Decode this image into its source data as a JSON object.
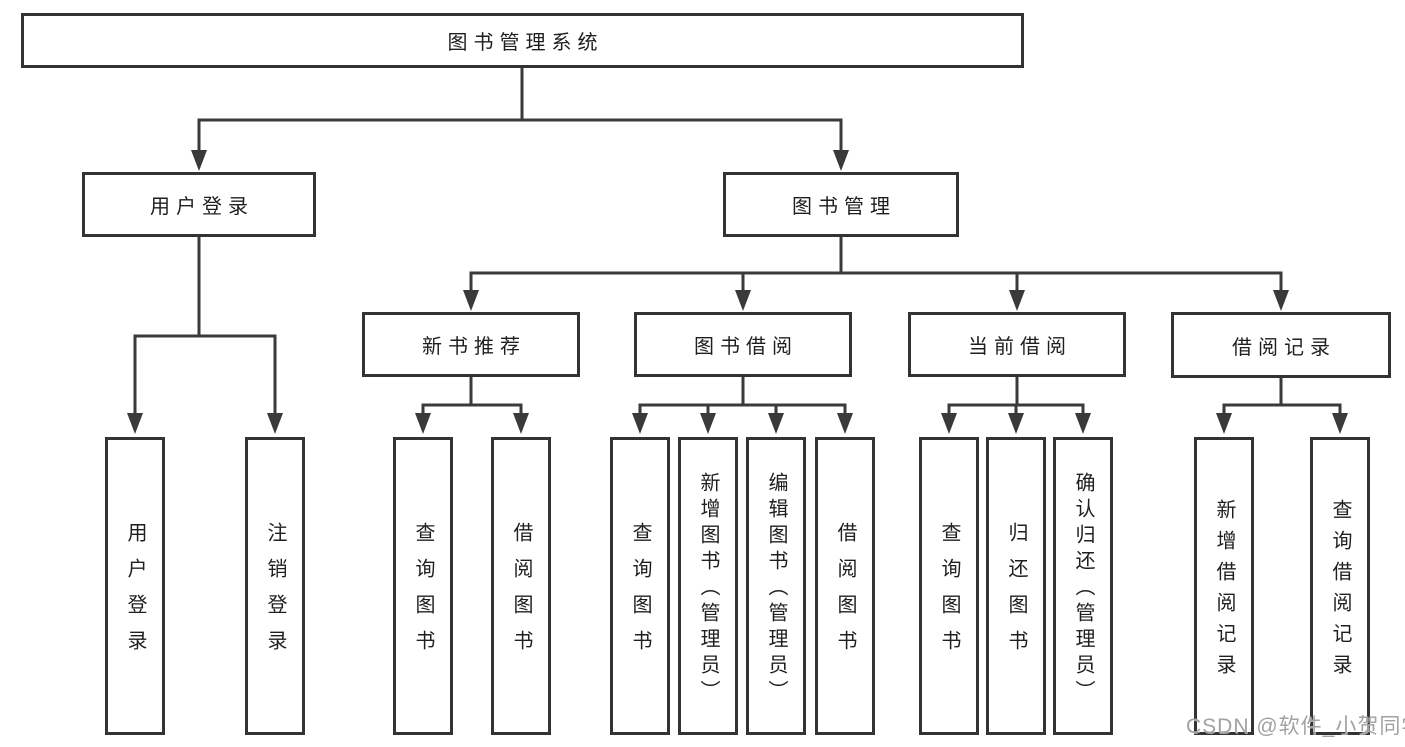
{
  "title": "图书管理系统",
  "watermark": "CSDN @软件_小贺同学",
  "colors": {
    "line": "#3a3a3a",
    "border": "#333333",
    "text": "#1f1f1f",
    "watermark": "#a2a2a2",
    "background": "#ffffff"
  },
  "branches": {
    "user_login": {
      "label": "用户登录",
      "children": [
        "用户登录",
        "注销登录"
      ]
    },
    "book_mgmt": {
      "label": "图书管理",
      "sections": [
        {
          "label": "新书推荐",
          "children": [
            "查询图书",
            "借阅图书"
          ]
        },
        {
          "label": "图书借阅",
          "children": [
            "查询图书",
            "新增图书（管理员）",
            "编辑图书（管理员）",
            "借阅图书"
          ]
        },
        {
          "label": "当前借阅",
          "children": [
            "查询图书",
            "归还图书",
            "确认归还（管理员）"
          ]
        },
        {
          "label": "借阅记录",
          "children": [
            "新增借阅记录",
            "查询借阅记录"
          ]
        }
      ]
    }
  }
}
